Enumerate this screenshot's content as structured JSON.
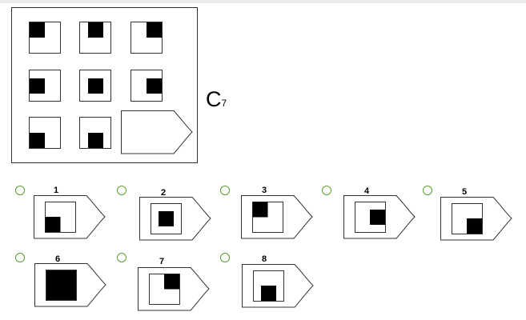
{
  "question": {
    "label": "C",
    "number": "7"
  },
  "options": [
    {
      "number": "1"
    },
    {
      "number": "2"
    },
    {
      "number": "3"
    },
    {
      "number": "4"
    },
    {
      "number": "5"
    },
    {
      "number": "6"
    },
    {
      "number": "7"
    },
    {
      "number": "8"
    }
  ],
  "colors": {
    "radio_border": "#5aa02c",
    "fill": "#000000",
    "stroke": "#333333"
  }
}
